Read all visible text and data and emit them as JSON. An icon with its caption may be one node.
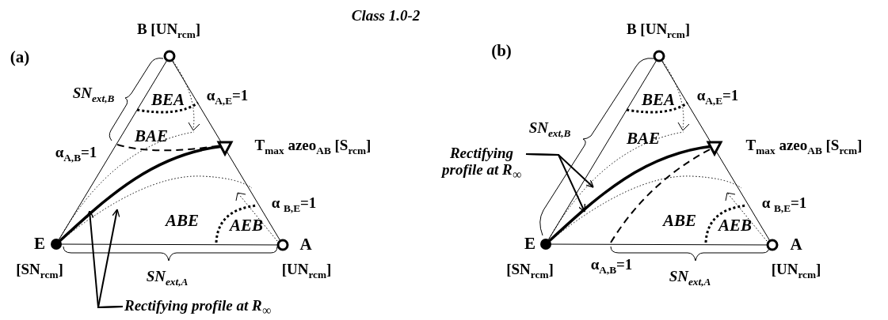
{
  "diagram": {
    "title": "Class 1.0-2",
    "nodes": [
      {
        "text": [
          "Rectifying profile at R$_{∞}$"
        ]
      },
      {
        "text": [
          "Rectifying profile at R$_{∞}$"
        ]
      }
    ],
    "edges": [
      {
        "from": 0,
        "to": null,
        "arrow": "to"
      },
      {
        "from": 0,
        "to": null,
        "arrow": "to"
      },
      {
        "from": 1,
        "to": null,
        "arrow": "to"
      },
      {
        "from": 1,
        "to": null,
        "arrow": "to"
      }
    ],
    "labels": [
      "B [UN$_{rcm}$]",
      "(a)",
      "SN$_{ext,B}$",
      "BEA",
      "α$_{A,E}$=1",
      "BAE",
      "α$_{A,B}$=1",
      "T$_{max}$ azeo$_{AB}$ [S$_{rcm}$]",
      "α $_{B,E}$=1",
      "ABE",
      "AEB",
      "E",
      "A",
      "[SN$_{rcm}$]",
      "[UN$_{rcm}$]",
      "SN$_{ext,A}$",
      "B [UN$_{rcm}$]",
      "(b)",
      "SN$_{ext,B}$",
      "BEA",
      "α$_{A,E}$=1",
      "BAE",
      "T$_{max}$ azeo$_{AB}$ [S$_{rcm}$]",
      "α $_{B,E}$=1",
      "ABE",
      "AEB",
      "E",
      "A",
      "[SN$_{rcm}$]",
      "α$_{A,B}$=1",
      "[UN$_{rcm}$]",
      "SN$_{ext,A}$"
    ]
  }
}
